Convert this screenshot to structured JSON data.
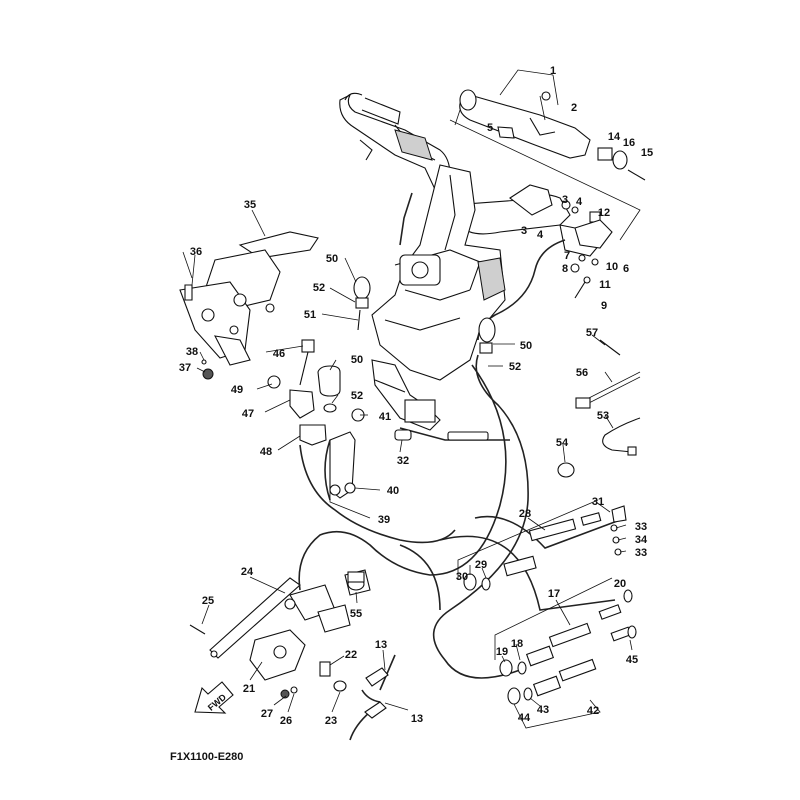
{
  "caption": "F1X1100-E280",
  "fwd_label": "FWD",
  "parts": [
    {
      "id": "p1",
      "text": "1"
    },
    {
      "id": "p2",
      "text": "2"
    },
    {
      "id": "p3a",
      "text": "3"
    },
    {
      "id": "p3b",
      "text": "3"
    },
    {
      "id": "p4a",
      "text": "4"
    },
    {
      "id": "p4b",
      "text": "4"
    },
    {
      "id": "p5",
      "text": "5"
    },
    {
      "id": "p6",
      "text": "6"
    },
    {
      "id": "p7",
      "text": "7"
    },
    {
      "id": "p8",
      "text": "8"
    },
    {
      "id": "p9",
      "text": "9"
    },
    {
      "id": "p10",
      "text": "10"
    },
    {
      "id": "p11",
      "text": "11"
    },
    {
      "id": "p12",
      "text": "12"
    },
    {
      "id": "p13a",
      "text": "13"
    },
    {
      "id": "p13b",
      "text": "13"
    },
    {
      "id": "p14",
      "text": "14"
    },
    {
      "id": "p15",
      "text": "15"
    },
    {
      "id": "p16",
      "text": "16"
    },
    {
      "id": "p17",
      "text": "17"
    },
    {
      "id": "p18",
      "text": "18"
    },
    {
      "id": "p19",
      "text": "19"
    },
    {
      "id": "p20",
      "text": "20"
    },
    {
      "id": "p21",
      "text": "21"
    },
    {
      "id": "p22",
      "text": "22"
    },
    {
      "id": "p23",
      "text": "23"
    },
    {
      "id": "p24",
      "text": "24"
    },
    {
      "id": "p25",
      "text": "25"
    },
    {
      "id": "p26",
      "text": "26"
    },
    {
      "id": "p27",
      "text": "27"
    },
    {
      "id": "p28",
      "text": "28"
    },
    {
      "id": "p29",
      "text": "29"
    },
    {
      "id": "p30",
      "text": "30"
    },
    {
      "id": "p31",
      "text": "31"
    },
    {
      "id": "p32",
      "text": "32"
    },
    {
      "id": "p33a",
      "text": "33"
    },
    {
      "id": "p33b",
      "text": "33"
    },
    {
      "id": "p34",
      "text": "34"
    },
    {
      "id": "p35",
      "text": "35"
    },
    {
      "id": "p36",
      "text": "36"
    },
    {
      "id": "p37",
      "text": "37"
    },
    {
      "id": "p38",
      "text": "38"
    },
    {
      "id": "p39",
      "text": "39"
    },
    {
      "id": "p40",
      "text": "40"
    },
    {
      "id": "p41",
      "text": "41"
    },
    {
      "id": "p42",
      "text": "42"
    },
    {
      "id": "p43",
      "text": "43"
    },
    {
      "id": "p44",
      "text": "44"
    },
    {
      "id": "p45",
      "text": "45"
    },
    {
      "id": "p46",
      "text": "46"
    },
    {
      "id": "p47",
      "text": "47"
    },
    {
      "id": "p48",
      "text": "48"
    },
    {
      "id": "p49",
      "text": "49"
    },
    {
      "id": "p50a",
      "text": "50"
    },
    {
      "id": "p50b",
      "text": "50"
    },
    {
      "id": "p50c",
      "text": "50"
    },
    {
      "id": "p51",
      "text": "51"
    },
    {
      "id": "p52a",
      "text": "52"
    },
    {
      "id": "p52b",
      "text": "52"
    },
    {
      "id": "p52c",
      "text": "52"
    },
    {
      "id": "p53",
      "text": "53"
    },
    {
      "id": "p54",
      "text": "54"
    },
    {
      "id": "p55",
      "text": "55"
    },
    {
      "id": "p56",
      "text": "56"
    },
    {
      "id": "p57",
      "text": "57"
    }
  ]
}
